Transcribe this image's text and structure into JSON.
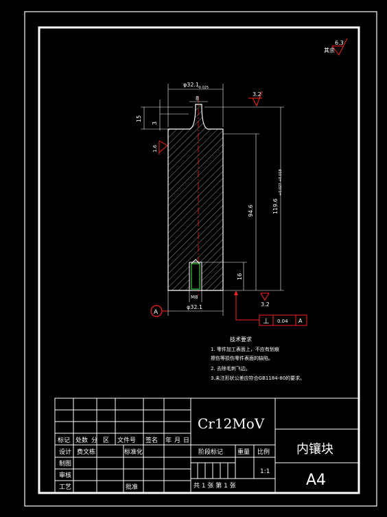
{
  "colors": {
    "background": "#000000",
    "line": "#ffffff",
    "accent": "#ff2020",
    "part_hatch": "#bdbdbd",
    "hole": "#33cc33"
  },
  "roughness": {
    "corner": "6.3",
    "corner_label": "其余",
    "top": "3.2",
    "left": "1.6",
    "bottom": "3.2"
  },
  "dims": {
    "top_dia": "φ32.1",
    "top_dia_tol": "-0.025",
    "neck": "8",
    "h15": "15",
    "h3": "3",
    "h94": "94.6",
    "h119": "119.6",
    "h119_tol": "+0.027 +0.018",
    "h16": "16",
    "m8": "M8",
    "bottom_dia": "φ32.1"
  },
  "datum": {
    "label": "A"
  },
  "tolerance_frame": {
    "symbol": "⊥",
    "value": "0.04",
    "datum": "A"
  },
  "tech_req": {
    "title": "技术要求",
    "lines": [
      "1. 零件加工表面上，不应有划痕",
      "擦伤等损伤零件表面的缺陷。",
      "2. 去除毛刺飞边。",
      "3.未注形状公差应符合GB1184-80的要求。"
    ]
  },
  "title_block": {
    "material": "Cr12MoV",
    "part_name": "内镶块",
    "sheet_size": "A4",
    "scale": "1:1",
    "row_labels": [
      "标记",
      "处数",
      "分",
      "区",
      "文件号",
      "签名",
      "年",
      "月",
      "日"
    ],
    "design": "设计",
    "designer": "费文栋",
    "standardize": "标准化",
    "drafting": "制图",
    "review": "审核",
    "process": "工艺",
    "approve": "批准",
    "stage_mark": "阶段标记",
    "weight": "重量",
    "ratio": "比例",
    "total_sheets": "共  1  张  第  1  张"
  }
}
